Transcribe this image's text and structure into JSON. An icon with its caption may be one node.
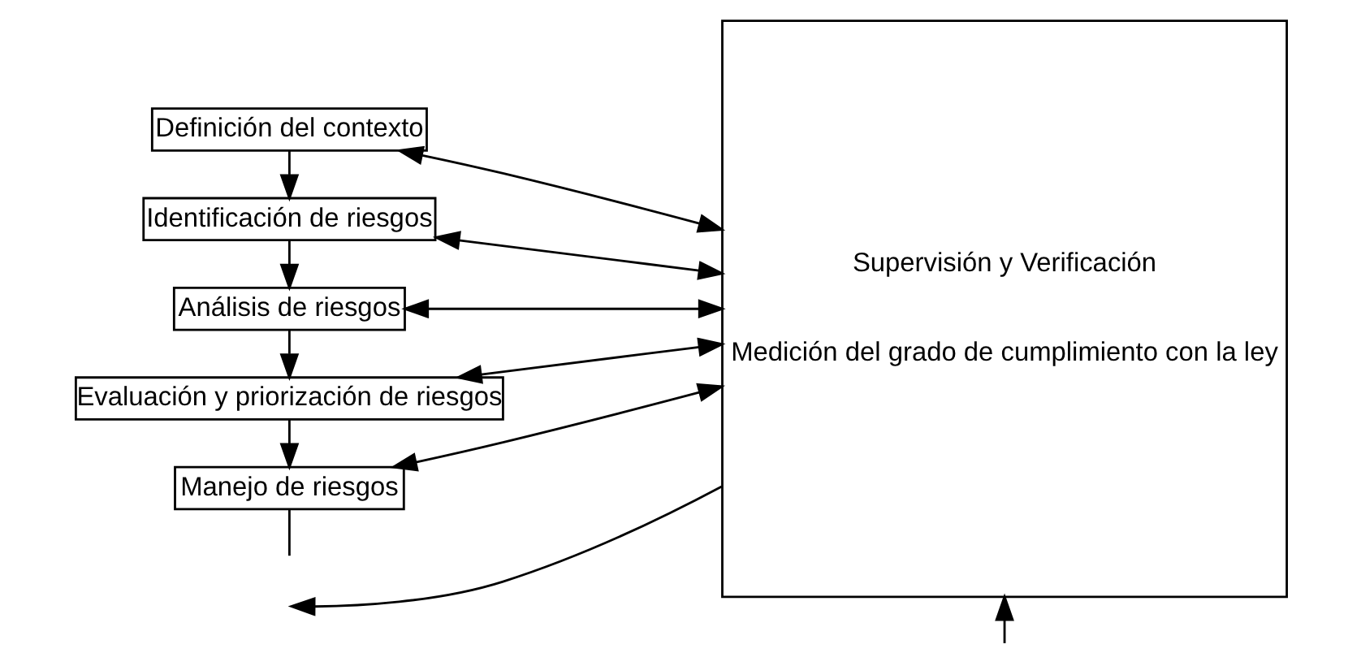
{
  "diagram": {
    "nodes": [
      {
        "text": [
          "Definición del contexto"
        ]
      },
      {
        "text": [
          "Identificación de riesgos"
        ]
      },
      {
        "text": [
          "Análisis de riesgos"
        ]
      },
      {
        "text": [
          "Evaluación y priorización de riesgos"
        ]
      },
      {
        "text": [
          "Manejo de riesgos"
        ]
      },
      {
        "text": [
          "Supervisión y Verificación",
          "Medición del grado de cumplimiento con la ley"
        ]
      }
    ],
    "edges": [
      {
        "from": 0,
        "to": 1,
        "arrow": "to"
      },
      {
        "from": 1,
        "to": 2,
        "arrow": "to"
      },
      {
        "from": 2,
        "to": 3,
        "arrow": "to"
      },
      {
        "from": 3,
        "to": 4,
        "arrow": "to"
      },
      {
        "from": 0,
        "to": 5,
        "arrow": "both"
      },
      {
        "from": 1,
        "to": 5,
        "arrow": "both"
      },
      {
        "from": 2,
        "to": 5,
        "arrow": "both"
      },
      {
        "from": 3,
        "to": 5,
        "arrow": "both"
      },
      {
        "from": 4,
        "to": 5,
        "arrow": "both"
      },
      {
        "from": 5,
        "to": null,
        "arrow": "to"
      },
      {
        "from": 4,
        "to": null,
        "arrow": "none"
      },
      {
        "from": null,
        "to": 5,
        "arrow": "to"
      }
    ]
  }
}
